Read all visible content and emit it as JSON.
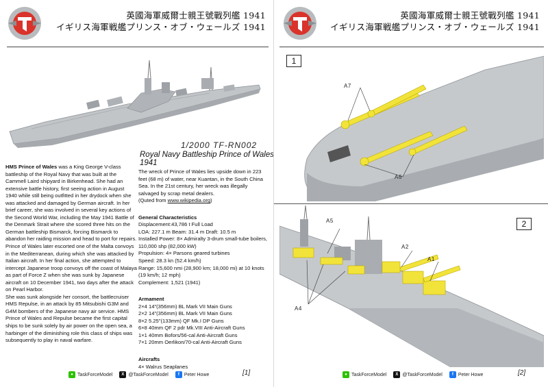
{
  "header": {
    "title_cn": "英國海軍威爾士親王號戰列艦 1941",
    "title_jp": "イギリス海軍戦艦プリンス・オブ・ウェールズ 1941"
  },
  "left": {
    "scale_code": "1/2000 TF-RN002",
    "subtitle": "Royal Navy Battleship Prince of Wales 1941",
    "intro_name": "HMS Prince of Wales",
    "intro": " was a King George V-class battleship of the Royal Navy that was built at the Cammell Laird shipyard in Birkenhead. She had an extensive battle history, first seeing action in August 1940 while still being outfitted in her drydock when she was attacked and damaged by German aircraft. In her brief career, she was involved in several key actions of the Second World War, including the May 1941 Battle of the Denmark Strait where she scored three hits on the German battleship Bismarck, forcing Bismarck to abandon her raiding mission and head to port for repairs. Prince of Wales later escorted one of the Malta convoys in the Mediterranean, during which she was attacked by Italian aircraft. In her final action, she attempted to intercept Japanese troop convoys off the coast of Malaya as part of Force Z when she was sunk by Japanese aircraft on 10 December 1941, two days after the attack on Pearl Harbor.",
    "intro2": "She was sunk alongside her consort, the battlecruiser HMS Repulse, in an attack by 85 Mitsubishi G3M and G4M bombers of the Japanese navy air service. HMS Prince of Wales and Repulse became the first capital ships to be sunk solely by air power on the open sea, a harbinger of the diminishing role this class of ships was subsequently to play in naval warfare.",
    "wreck": "The wreck of Prince of Wales lies upside down in 223 feet (68 m) of water, near Kuantan, in the South China Sea. In the 21st century, her wreck was illegally salvaged by scrap metal dealers.",
    "quoted_prefix": "(Quted from ",
    "quoted_link": "www.wikipedia.org",
    "quoted_suffix": ")",
    "gc_heading": "General Characteristics",
    "gc_lines": [
      "Displacement:43,786 t Full Load",
      "LOA: 227.1 m    Beam: 31.4 m    Draft: 10.5 m",
      "Installed Power: 8× Admiralty 3-drum small-tube boilers, 110,000 shp (82,000 kW)",
      "Propulsion: 4× Parsons geared turbines",
      "Speed: 28.3 kn (52.4 km/h)",
      "Range: 15,600 nmi (28,900 km; 18,000 mi) at 10 knots (19 km/h; 12 mph)",
      "Complement: 1,521 (1941)"
    ],
    "arm_heading": "Armament",
    "arm_lines": [
      "2×4 14\"(356mm) BL Mark VII Main Guns",
      "2×2 14\"(356mm) BL Mark VII Main Guns",
      "8×2  5.25\"(133mm) QF Mk.I  DP Guns",
      "6×8 40mm QF 2 pdr Mk.VIII Anti-Aircraft Guns",
      "1×1 40mm Bofors/56-cal Anti-Aircraft Guns",
      "7×1 20mm Oerlikon/70-cal Anti-Aircraft Guns"
    ],
    "air_heading": "Aircrafts",
    "air_lines": [
      "4× Walrus Seaplanes"
    ],
    "page_num": "[1]"
  },
  "right": {
    "step1": "1",
    "step2": "2",
    "callouts1": [
      "A7",
      "A6"
    ],
    "callouts2": [
      "A5",
      "A2",
      "A1",
      "A4"
    ],
    "page_num": "[2]"
  },
  "footer": {
    "wechat": "TaskForceModel",
    "x": "@TaskForceModel",
    "fb": "Peter Howe"
  },
  "colors": {
    "hull": "#b9bcbf",
    "highlight": "#f2e33a",
    "logo_red": "#d9332b"
  }
}
